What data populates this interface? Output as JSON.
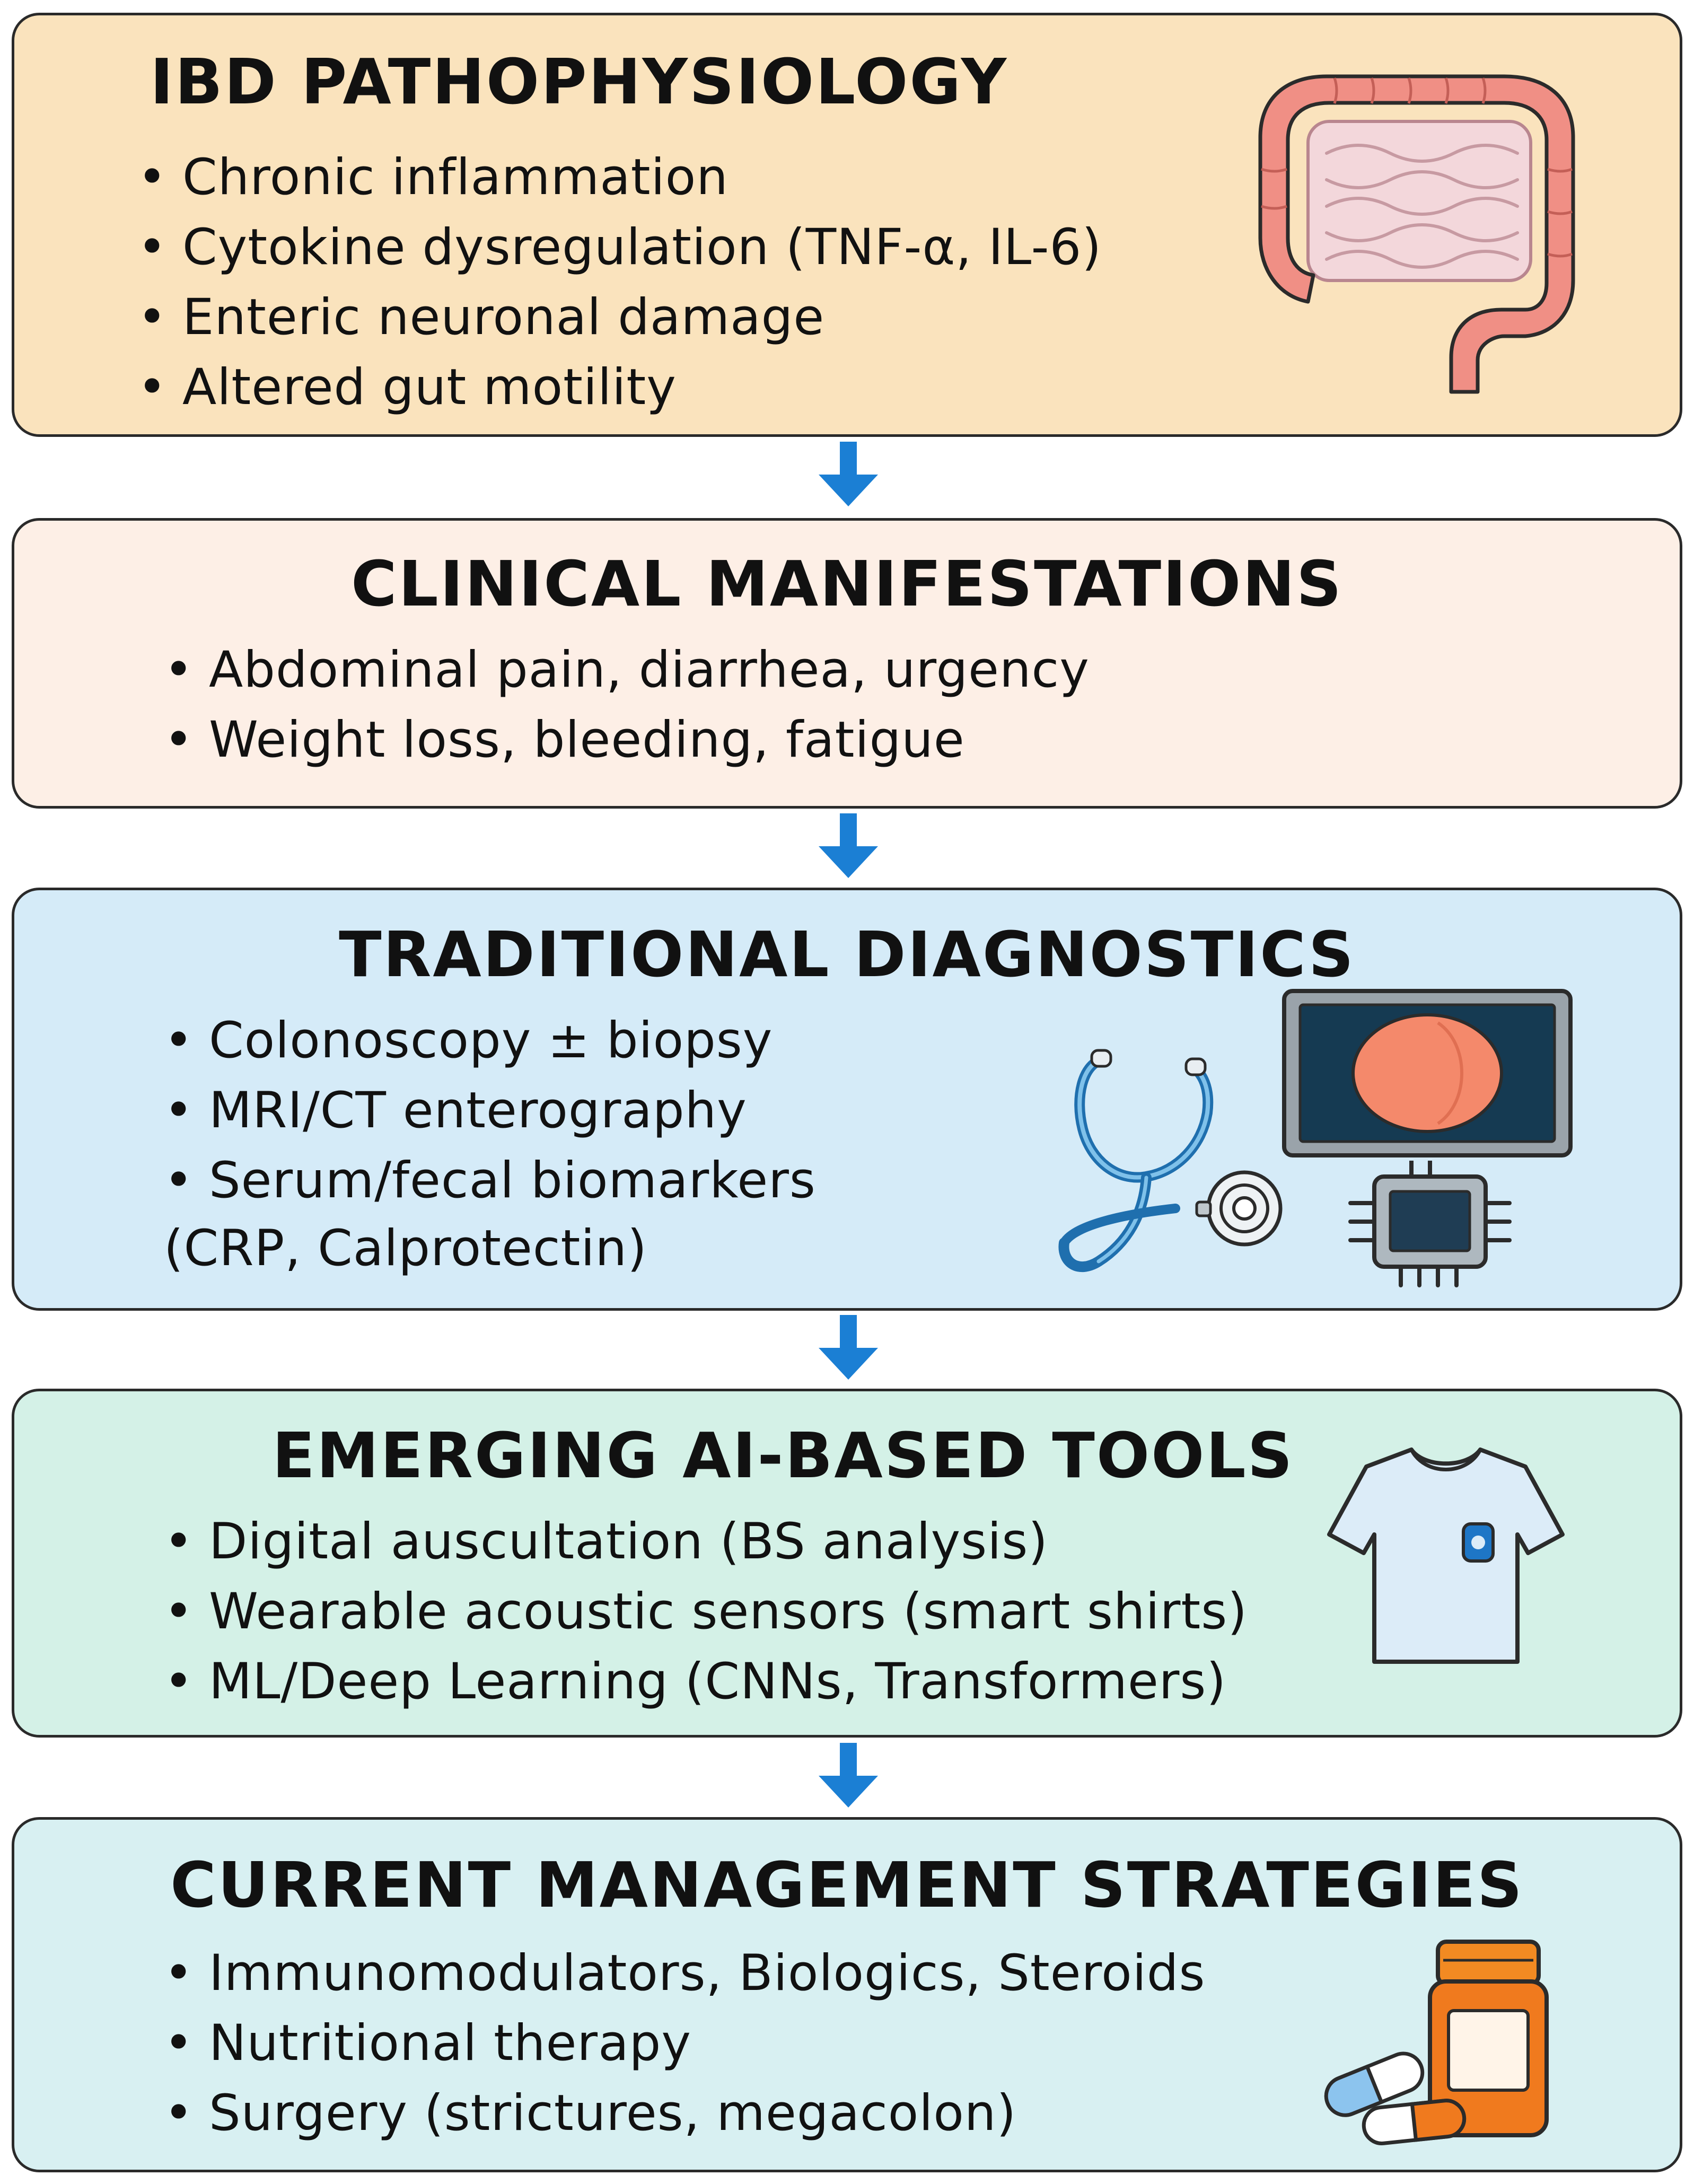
{
  "colors": {
    "box1_bg": "#fae3bd",
    "box2_bg": "#fdefe6",
    "box3_bg": "#d5ebf8",
    "box4_bg": "#d4f1e7",
    "box5_bg": "#d8f0f2",
    "arrow": "#1b7fd4",
    "border": "#2a2a2a"
  },
  "sections": [
    {
      "title": "IBD PATHOPHYSIOLOGY",
      "bullets": [
        "Chronic inflammation",
        "Cytokine dysregulation (TNF-α, IL-6)",
        "Enteric neuronal damage",
        "Altered gut motility"
      ],
      "icon": "colon-icon"
    },
    {
      "title": "CLINICAL MANIFESTATIONS",
      "bullets": [
        "Abdominal pain, diarrhea, urgency",
        "Weight loss, bleeding, fatigue"
      ]
    },
    {
      "title": "TRADITIONAL DIAGNOSTICS",
      "bullets": [
        "Colonoscopy ± biopsy",
        "MRI/CT enterography",
        "Serum/fecal biomarkers"
      ],
      "bullet_continuation": "(CRP, Calprotectin)",
      "icons": [
        "stethoscope-icon",
        "monitor-icon",
        "chip-icon"
      ]
    },
    {
      "title": "EMERGING AI-BASED TOOLS",
      "bullets": [
        "Digital auscultation (BS analysis)",
        "Wearable acoustic sensors (smart shirts)",
        "ML/Deep Learning (CNNs, Transformers)"
      ],
      "icon": "smart-shirt-icon"
    },
    {
      "title": "CURRENT MANAGEMENT STRATEGIES",
      "bullets": [
        "Immunomodulators, Biologics, Steroids",
        "Nutritional therapy",
        "Surgery (strictures, megacolon)"
      ],
      "icons": [
        "pill-bottle-icon",
        "capsule-icon"
      ]
    }
  ]
}
